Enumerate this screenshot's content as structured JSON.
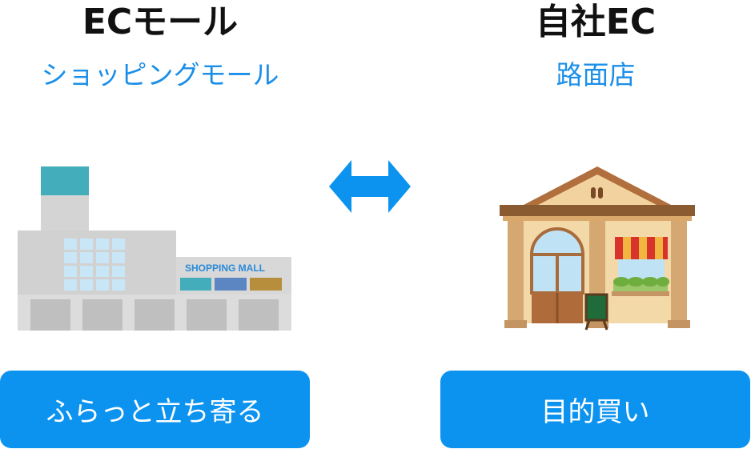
{
  "left": {
    "title": "ECモール",
    "subtitle": "ショッピングモール",
    "mall_sign": "SHOPPING MALL",
    "button_label": "ふらっと立ち寄る"
  },
  "right": {
    "title": "自社EC",
    "subtitle": "路面店",
    "button_label": "目的買い"
  },
  "colors": {
    "accent_blue": "#0c93ef",
    "subtitle_blue": "#1b8fe8",
    "title_dark": "#111111"
  },
  "icons": {
    "left": "shopping-mall-building",
    "center": "bidirectional-arrow",
    "right": "storefront-shop"
  }
}
